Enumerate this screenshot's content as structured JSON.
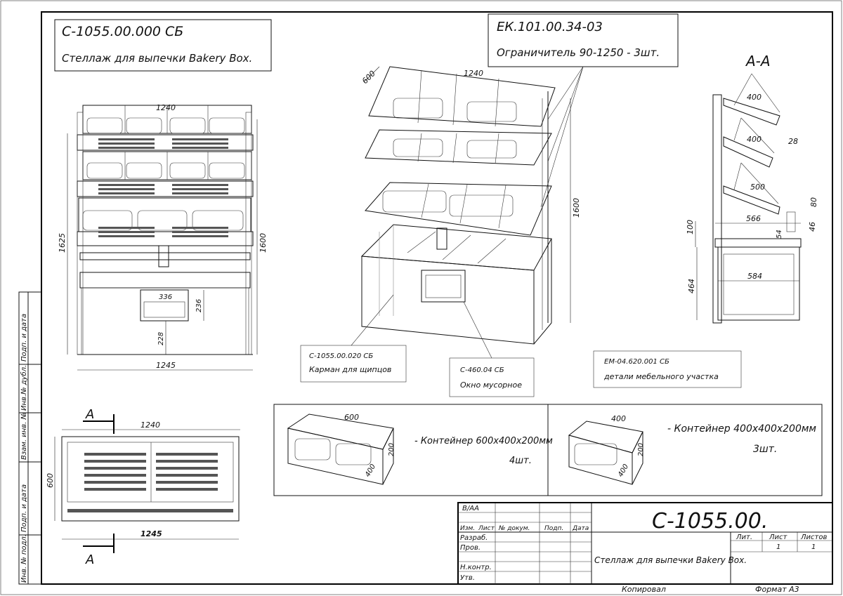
{
  "title_box": {
    "code": "С-1055.00.000 СБ",
    "name": "Стеллаж для выпечки Bakery Box."
  },
  "limiter": {
    "code": "ЕК.101.00.34-03",
    "name": "Ограничитель 90-1250 - 3шт."
  },
  "section_label": "А-А",
  "front_view": {
    "width_top": "1240",
    "height_total": "1625",
    "height_side": "1600",
    "width_bottom": "1245",
    "pocket_w": "336",
    "pocket_h": "236",
    "pocket_y": "228"
  },
  "iso_view": {
    "width": "1240",
    "depth": "600",
    "height": "1600"
  },
  "section_view": {
    "shelf1": "400",
    "shelf2": "400",
    "shelf2_h": "28",
    "shelf3": "500",
    "shelf3_h": "80",
    "top_w": "566",
    "left_h": "100",
    "gap": "54",
    "right_h": "46",
    "base_w": "584",
    "base_h": "464"
  },
  "callouts": {
    "pocket_code": "С-1055.00.020 СБ",
    "pocket_name": "Карман для щипцов",
    "window_code": "С-460.04 СБ",
    "window_name": "Окно мусорное",
    "em_code": "ЕМ-04.620.001 СБ",
    "em_name": "детали мебельного участка"
  },
  "plan_view": {
    "cut_mark": "А",
    "width_top": "1240",
    "depth": "600",
    "width_bottom": "1245"
  },
  "containers": {
    "large_dim_w": "600",
    "large_dim_h": "200",
    "large_dim_d": "400",
    "large_text": "- Контейнер 600х400х200мм",
    "large_qty": "4шт.",
    "small_dim_w": "400",
    "small_dim_h": "200",
    "small_dim_d": "400",
    "small_text": "- Контейнер 400х400х200мм",
    "small_qty": "3шт."
  },
  "side_stamps": [
    "Подп. и дата",
    "Инв.№ дубл.",
    "Взам. инв. №",
    "Подп. и дата",
    "Инв. № подл."
  ],
  "title_block": {
    "ref": "В/АА",
    "h_izm": "Изм.",
    "h_list": "Лист",
    "h_ndoc": "№ докум.",
    "h_podp": "Подп.",
    "h_data": "Дата",
    "r_razrab": "Разраб.",
    "r_prov": "Пров.",
    "r_nkontr": "Н.контр.",
    "r_utv": "Утв.",
    "designation": "С-1055.00.",
    "name": "Стеллаж для выпечки Bakery Box.",
    "lit": "Лит.",
    "sheet": "Лист",
    "sheets": "Листов",
    "sheet_no": "1",
    "sheets_no": "1",
    "copied": "Копировал",
    "format": "Формат А3"
  }
}
